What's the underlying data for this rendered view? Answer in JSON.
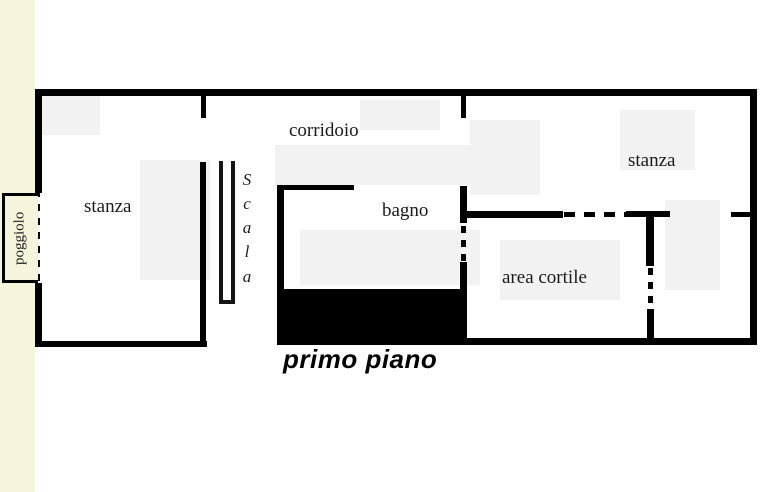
{
  "document": {
    "kind": "floor-plan",
    "title": "primo piano"
  },
  "colors": {
    "wall": "#000000",
    "paper": "#ffffff",
    "balcony_band": "#f7f4dc",
    "label_text": "#1a1a1a",
    "smudge": "#f2f2f2"
  },
  "labels": {
    "stanza_left": "stanza",
    "corridoio": "corridoio",
    "bagno": "bagno",
    "area_cortile": "area cortile",
    "stanza_right": "stanza",
    "poggiolo": "poggiolo",
    "scala": "Scala"
  },
  "scala_letters": [
    "S",
    "c",
    "a",
    "l",
    "a"
  ],
  "rooms": [
    {
      "name": "stanza",
      "label": "stanza",
      "position": "left"
    },
    {
      "name": "poggiolo",
      "label": "poggiolo",
      "position": "far-left-balcony"
    },
    {
      "name": "scala",
      "label": "Scala",
      "position": "left-center-stairwell"
    },
    {
      "name": "corridoio",
      "label": "corridoio",
      "position": "center-top"
    },
    {
      "name": "bagno",
      "label": "bagno",
      "position": "center"
    },
    {
      "name": "area cortile",
      "label": "area cortile",
      "position": "right-lower"
    },
    {
      "name": "stanza",
      "label": "stanza",
      "position": "right-upper"
    }
  ],
  "title_caption": "primo piano"
}
